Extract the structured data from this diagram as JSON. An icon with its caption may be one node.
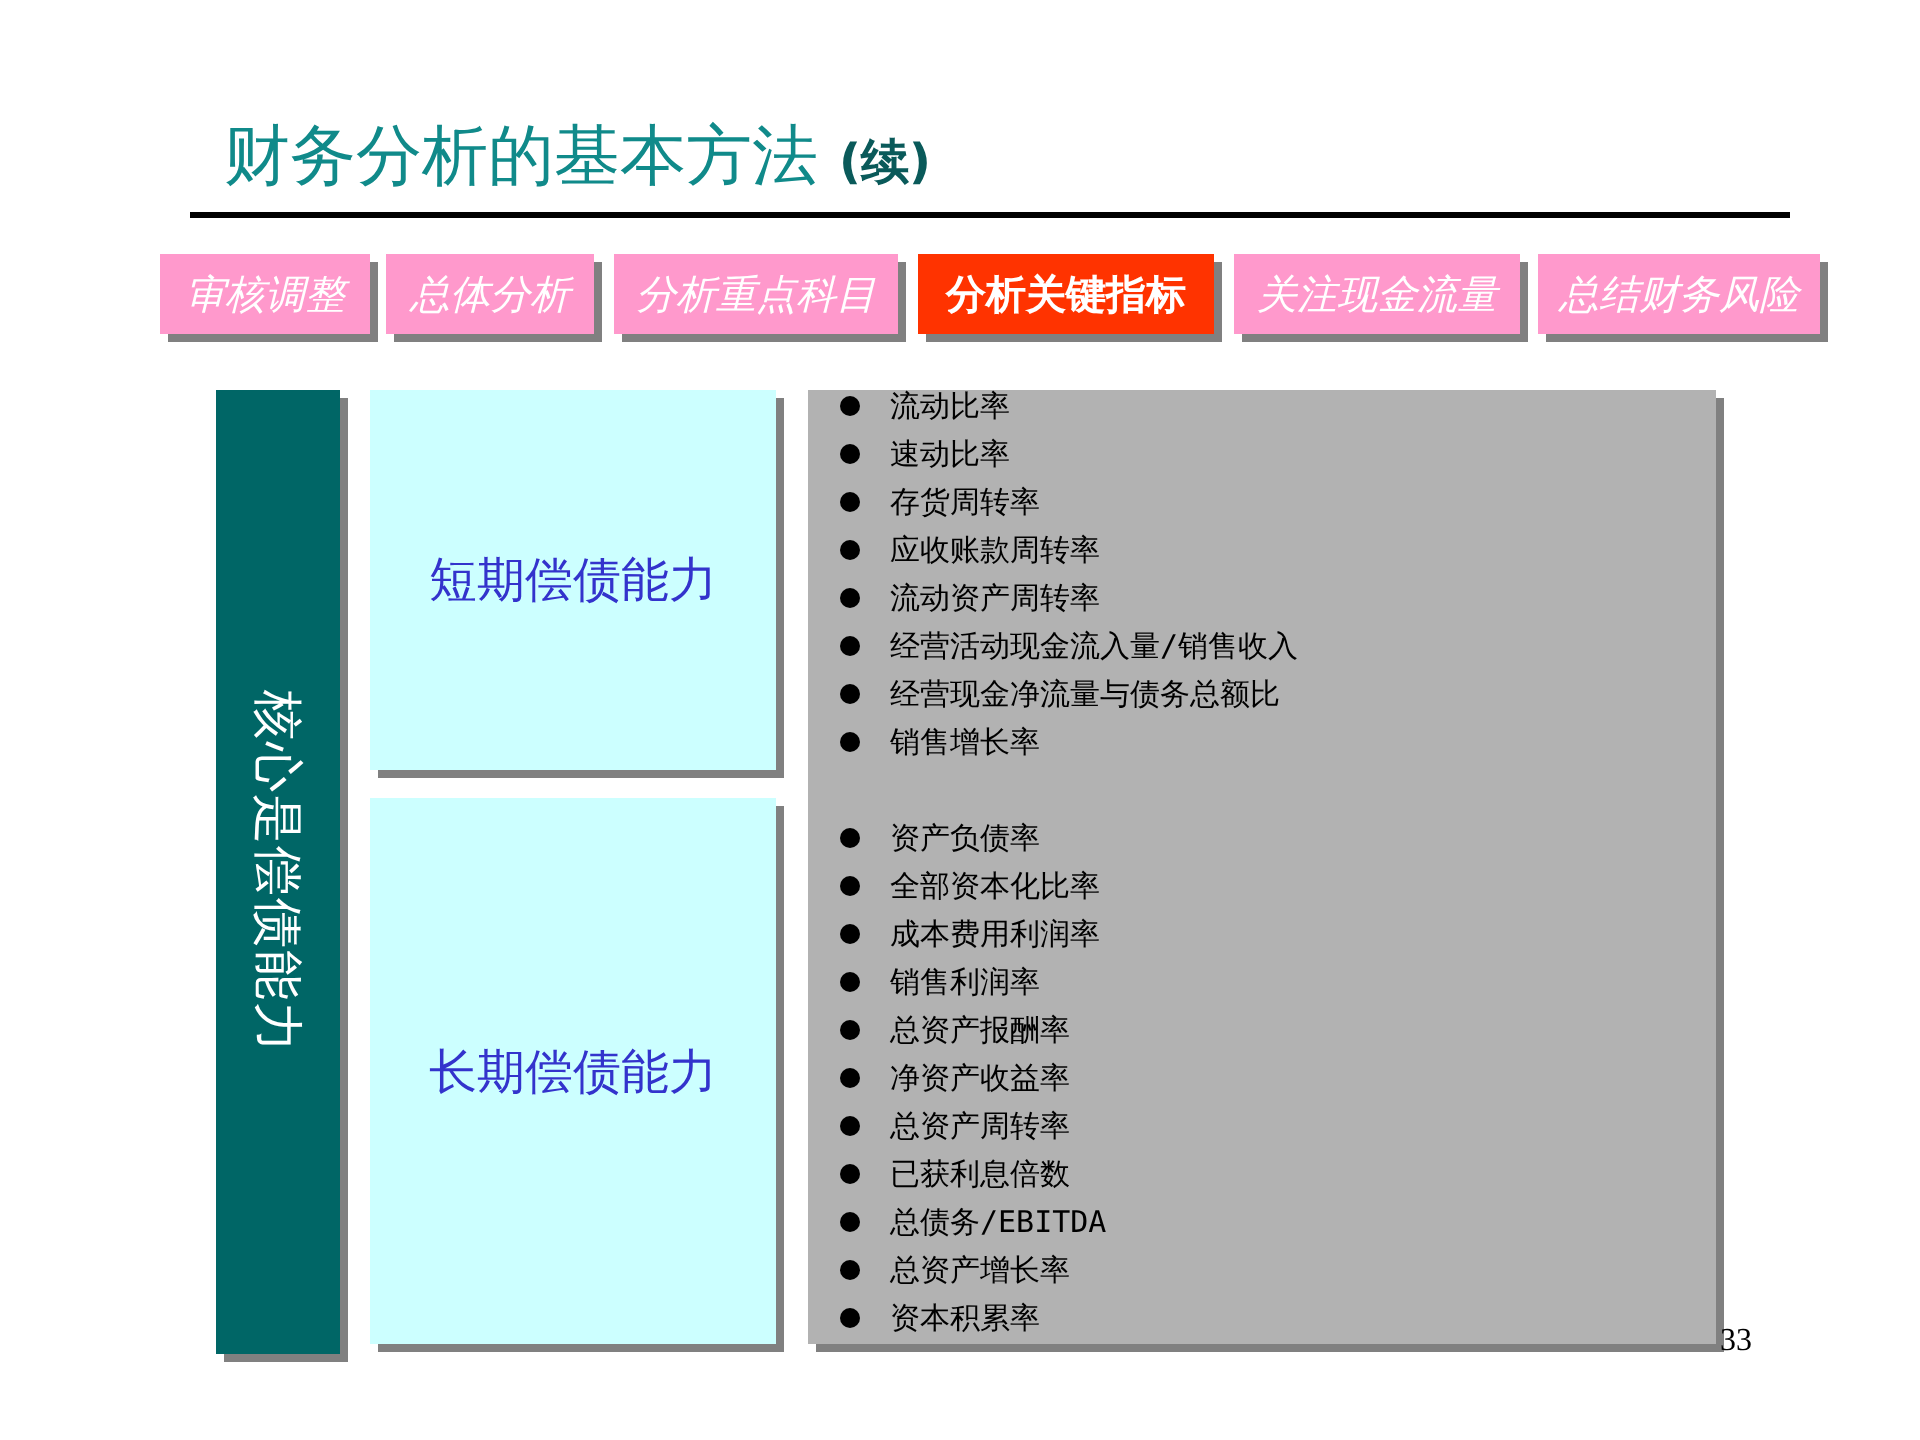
{
  "diagram": {
    "title": "财务分析的基本方法 **(续)**",
    "nodes": [
      {
        "text": [
          "审核调整"
        ]
      },
      {
        "text": [
          "总体分析"
        ]
      },
      {
        "text": [
          "分析重点科目"
        ]
      },
      {
        "text": [
          "分析关键指标"
        ]
      },
      {
        "text": [
          "关注现金流量"
        ]
      },
      {
        "text": [
          "总结财务风险"
        ]
      },
      {
        "text": [
          "核心是偿债能力"
        ]
      },
      {
        "text": [
          "短期偿债能力"
        ]
      },
      {
        "text": [
          "长期偿债能力"
        ]
      },
      {
        "text": [
          "流动比率",
          "速动比率",
          "存货周转率",
          "应收账款周转率",
          "流动资产周转率",
          "经营活动现金流入量/销售收入",
          "经营现金净流量与债务总额比",
          "销售增长率",
          "资产负债率",
          "全部资本化比率",
          "成本费用利润率",
          "销售利润率",
          "总资产报酬率",
          "净资产收益率",
          "总资产周转率",
          "已获利息倍数",
          "总债务/EBITDA",
          "总资产增长率",
          "资本积累率"
        ]
      }
    ],
    "labels": [
      "33"
    ]
  }
}
